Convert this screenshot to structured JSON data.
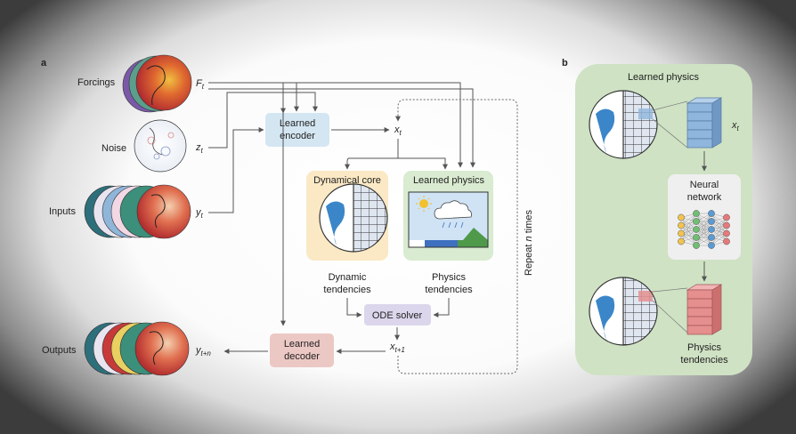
{
  "panel_a": {
    "label": "a",
    "left_labels": {
      "forcings": "Forcings",
      "noise": "Noise",
      "inputs": "Inputs",
      "outputs": "Outputs"
    },
    "vars": {
      "F": "F",
      "F_sub": "t",
      "z": "z",
      "z_sub": "t",
      "y": "y",
      "y_sub": "t",
      "yout": "y",
      "yout_sub": "t+n",
      "x": "x",
      "x_sub": "t",
      "x1": "x",
      "x1_sub": "t+1"
    },
    "boxes": {
      "encoder": [
        "Learned",
        "encoder"
      ],
      "decoder": [
        "Learned",
        "decoder"
      ],
      "dynamical_core": "Dynamical core",
      "learned_physics": "Learned physics",
      "ode_solver": "ODE solver"
    },
    "tendencies": {
      "dynamic": [
        "Dynamic",
        "tendencies"
      ],
      "physics": [
        "Physics",
        "tendencies"
      ]
    },
    "repeat": {
      "prefix": "Repeat ",
      "n": "n",
      "suffix": " times"
    }
  },
  "panel_b": {
    "label": "b",
    "title": "Learned physics",
    "x": "x",
    "x_sub": "t",
    "network": [
      "Neural",
      "network"
    ],
    "output": [
      "Physics",
      "tendencies"
    ]
  },
  "colors": {
    "encoder_box": "#d4e6f2",
    "decoder_box": "#ecc8c4",
    "dyn_core_box": "#fbe9c5",
    "learned_physics_box": "#d9ebd0",
    "ode_box": "#dcd6ec",
    "panel_b_bg": "#cfe2c4",
    "blue_stack": "#8fb6dc",
    "red_stack": "#e58f8f"
  }
}
